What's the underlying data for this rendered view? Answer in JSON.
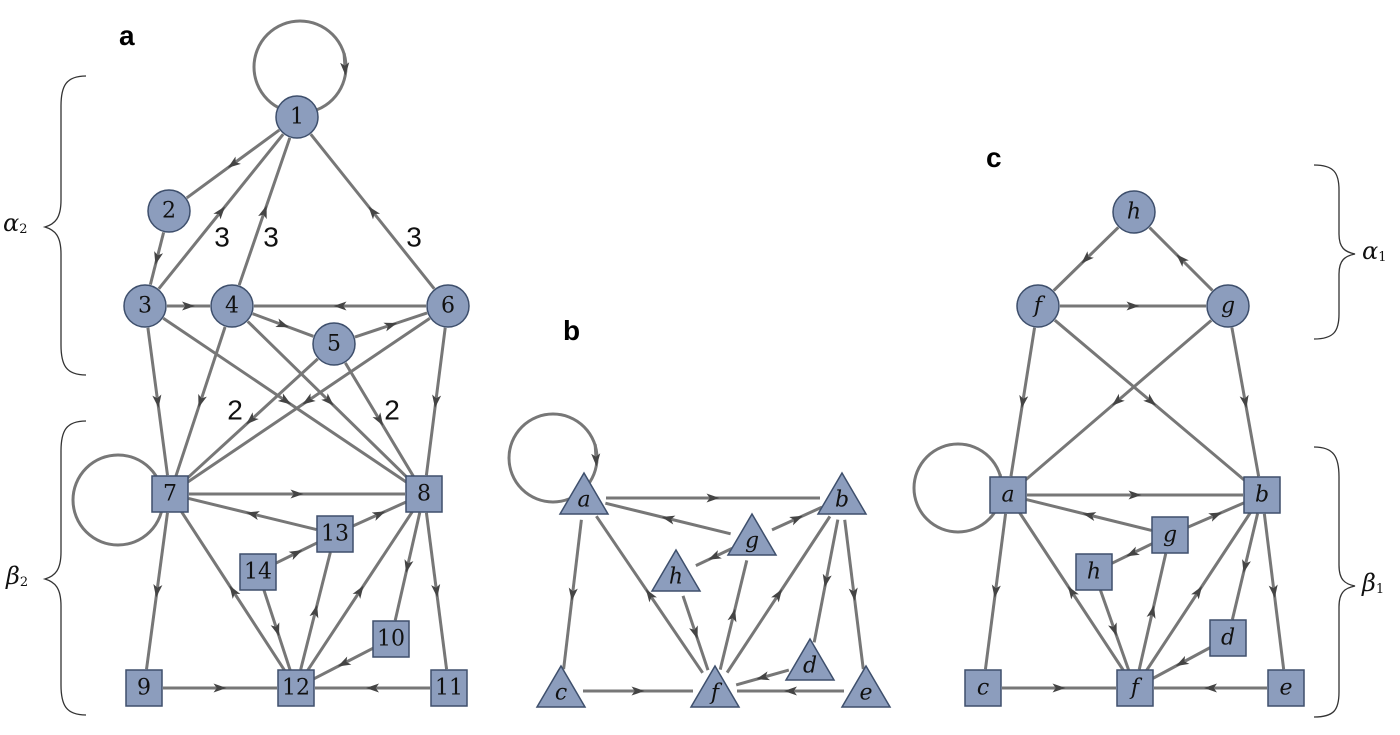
{
  "colors": {
    "node_fill": "#8c9dbd",
    "node_stroke": "#3e4f6c",
    "edge": "#777777"
  },
  "panels": {
    "a": {
      "label": "a"
    },
    "b": {
      "label": "b"
    },
    "c": {
      "label": "c"
    }
  },
  "nodes": {
    "a": [
      "1",
      "2",
      "3",
      "4",
      "5",
      "6",
      "7",
      "8",
      "9",
      "10",
      "11",
      "12",
      "13",
      "14"
    ],
    "b": [
      "a",
      "b",
      "c",
      "d",
      "e",
      "f",
      "g",
      "h"
    ],
    "c": [
      "a",
      "b",
      "c",
      "d",
      "e",
      "f",
      "g",
      "h"
    ]
  },
  "edge_weights": [
    "3",
    "3",
    "3",
    "2",
    "2"
  ],
  "braces": [
    {
      "symbol": "α",
      "sub": "2"
    },
    {
      "symbol": "β",
      "sub": "2"
    },
    {
      "symbol": "α",
      "sub": "1"
    },
    {
      "symbol": "β",
      "sub": "1"
    }
  ],
  "node_shapes": {
    "a_circles": "circle",
    "a_squares": "square",
    "b": "triangle",
    "c_top": "circle",
    "c_bottom": "square"
  }
}
